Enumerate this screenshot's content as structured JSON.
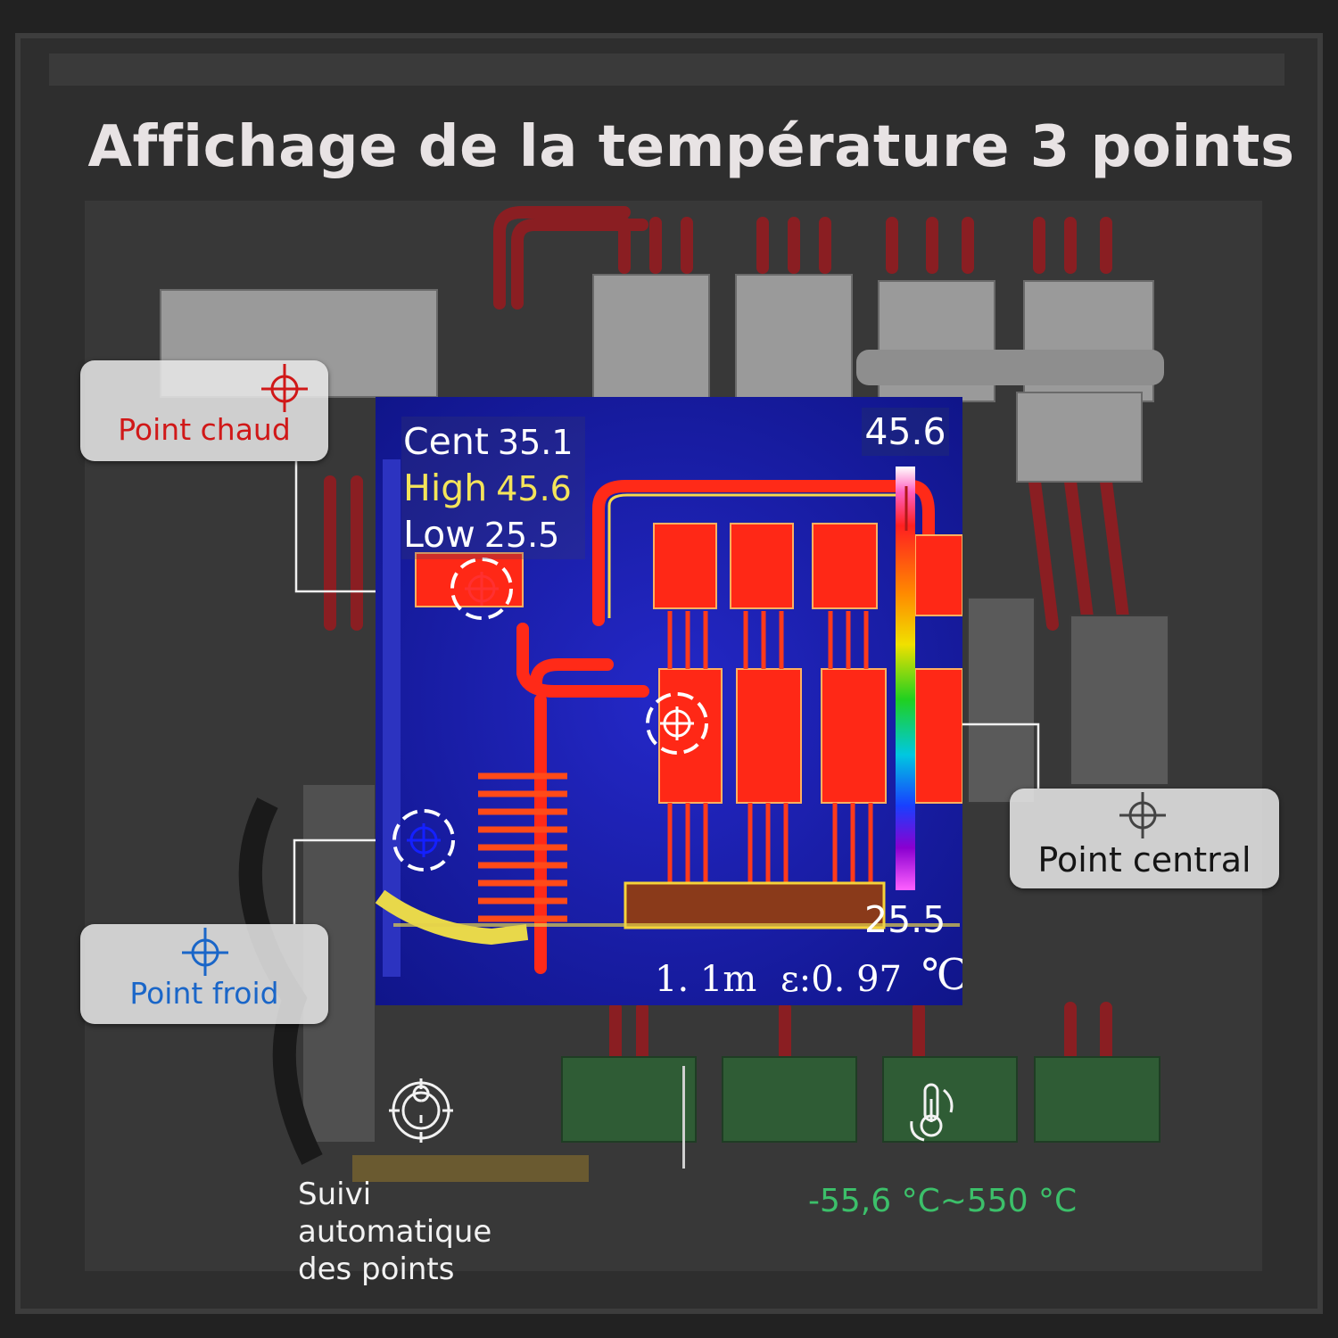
{
  "headline": "Affichage de la température 3 points",
  "callouts": {
    "hot": {
      "label": "Point chaud",
      "color": "#d01818"
    },
    "cold": {
      "label": "Point froid",
      "color": "#1a66c8"
    },
    "center": {
      "label": "Point central",
      "color": "#151515"
    }
  },
  "thermal_display": {
    "readings": {
      "cent": {
        "label": "Cent",
        "value": "35.1"
      },
      "high": {
        "label": "High",
        "value": "45.6"
      },
      "low": {
        "label": "Low",
        "value": "25.5"
      }
    },
    "scale": {
      "max": "45.6",
      "min": "25.5"
    },
    "distance": "1. 1m",
    "emissivity": "ε:0. 97",
    "unit": "℃"
  },
  "features": {
    "tracking": {
      "icon": "target-tracking-icon",
      "lines": [
        "Suivi",
        "automatique",
        "des points"
      ]
    },
    "range": {
      "icon": "thermometer-icon",
      "text": "-55,6 °C~550 °C",
      "color": "#3cc06a"
    }
  }
}
